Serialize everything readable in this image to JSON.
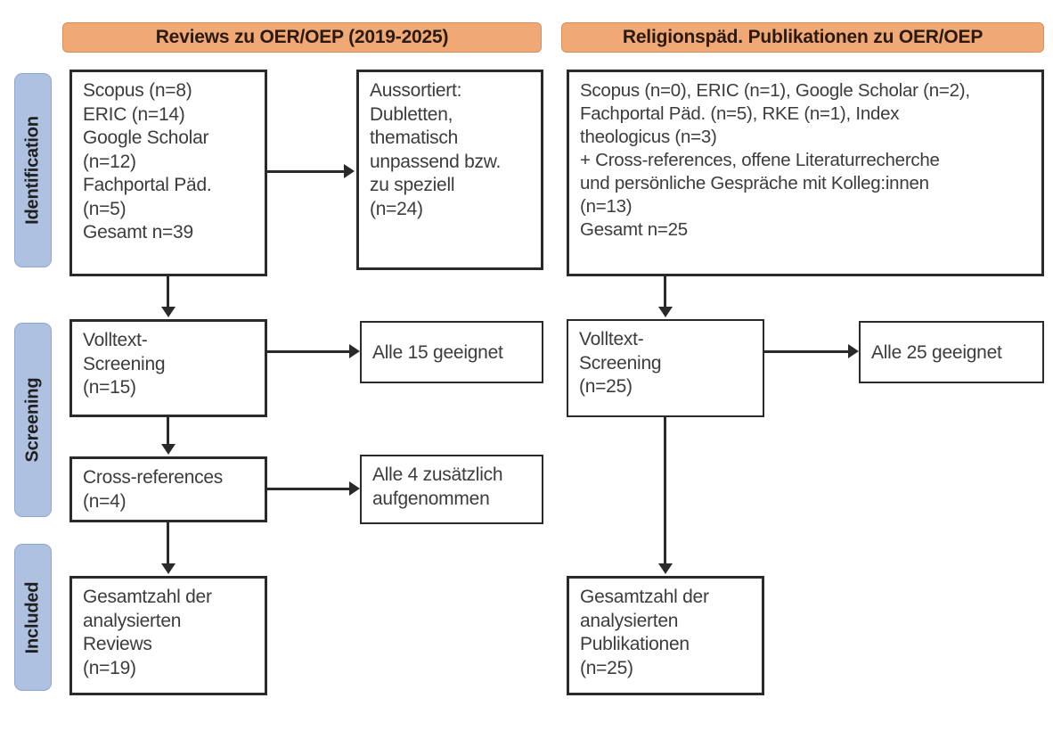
{
  "stages": [
    {
      "label": "Identification"
    },
    {
      "label": "Screening"
    },
    {
      "label": "Included"
    }
  ],
  "columns": [
    {
      "header": "Reviews zu OER/OEP (2019-2025)"
    },
    {
      "header": "Religionspäd. Publikationen zu OER/OEP"
    }
  ],
  "colors": {
    "header_fill": "#F0A875",
    "stage_fill": "#AFC1E0",
    "box_border": "#2a2a2a",
    "text": "#3c3c3c"
  },
  "boxes": {
    "left_identification": "Scopus (n=8)\nERIC (n=14)\nGoogle Scholar\n(n=12)\nFachportal Päd.\n(n=5)\nGesamt n=39",
    "left_excluded": "Aussortiert:\nDubletten,\nthematisch\nunpassend bzw.\nzu speziell\n(n=24)",
    "left_screening": "Volltext-\nScreening\n(n=15)",
    "left_screening_result": "Alle 15 geeignet",
    "left_crossrefs": "Cross-references\n(n=4)",
    "left_crossrefs_result": "Alle 4 zusätzlich\naufgenommen",
    "left_included": "Gesamtzahl der\nanalysierten\nReviews\n(n=19)",
    "right_identification": "Scopus (n=0), ERIC (n=1), Google Scholar (n=2),\nFachportal Päd. (n=5), RKE (n=1), Index\ntheologicus (n=3)\n+ Cross-references, offene Literaturrecherche\nund persönliche Gespräche mit Kolleg:innen\n(n=13)\nGesamt n=25",
    "right_screening": "Volltext-\nScreening\n(n=25)",
    "right_screening_result": "Alle 25 geeignet",
    "right_included": "Gesamtzahl der\nanalysierten\nPublikationen\n(n=25)"
  }
}
